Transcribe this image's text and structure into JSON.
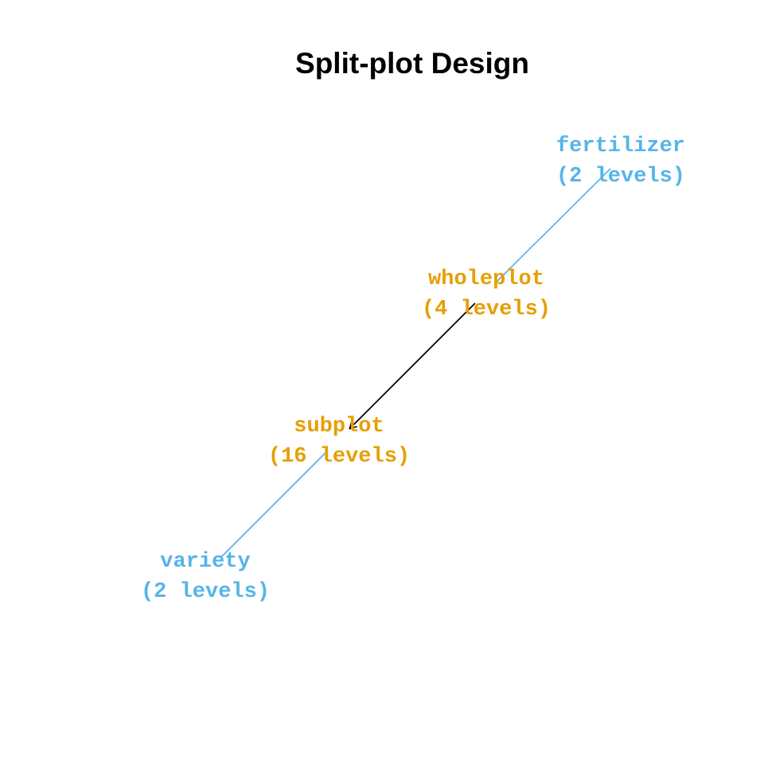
{
  "title": "Split-plot Design",
  "colors": {
    "blue": "#56B4E9",
    "orange": "#E69F00",
    "black": "#000000"
  },
  "nodes": {
    "fertilizer": {
      "name": "fertilizer",
      "levels": "(2 levels)",
      "color": "#56B4E9"
    },
    "wholeplot": {
      "name": "wholeplot",
      "levels": "(4 levels)",
      "color": "#E69F00"
    },
    "subplot": {
      "name": "subplot",
      "levels": "(16 levels)",
      "color": "#E69F00"
    },
    "variety": {
      "name": "variety",
      "levels": "(2 levels)",
      "color": "#56B4E9"
    }
  },
  "edges": [
    {
      "from": "fertilizer",
      "to": "wholeplot",
      "color": "#56B4E9",
      "arrow": false
    },
    {
      "from": "wholeplot",
      "to": "subplot",
      "color": "#000000",
      "arrow": true
    },
    {
      "from": "subplot",
      "to": "variety",
      "color": "#56B4E9",
      "arrow": false
    }
  ]
}
